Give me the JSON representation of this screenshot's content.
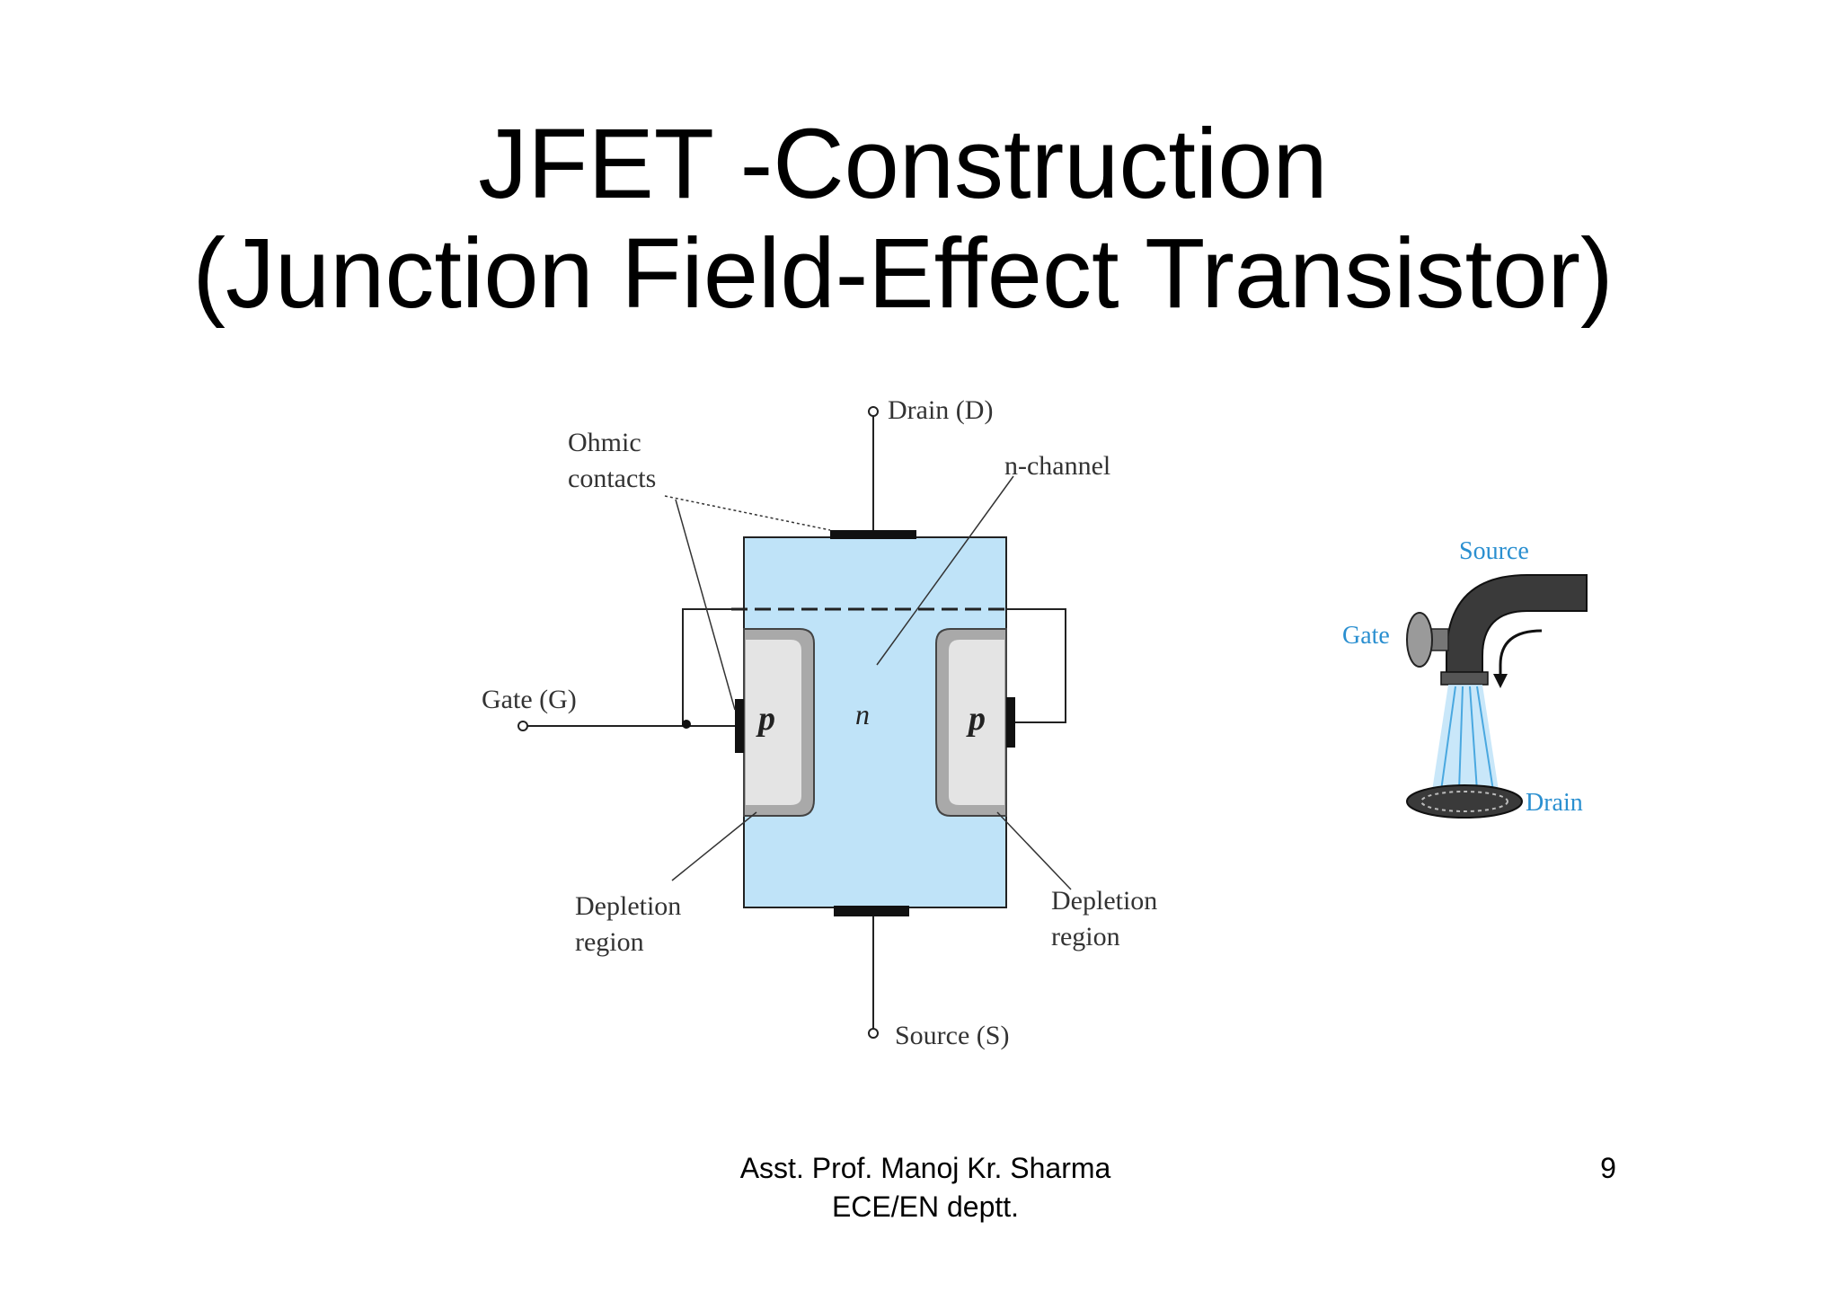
{
  "title": {
    "line1": "JFET -Construction",
    "line2": "(Junction Field-Effect Transistor)"
  },
  "diagram": {
    "drain": "Drain (D)",
    "source": "Source (S)",
    "gate": "Gate (G)",
    "ohmic_line1": "Ohmic",
    "ohmic_line2": "contacts",
    "n_channel": "n-channel",
    "p_left": "p",
    "n_center": "n",
    "p_right": "p",
    "depletion_left_line1": "Depletion",
    "depletion_left_line2": "region",
    "depletion_right_line1": "Depletion",
    "depletion_right_line2": "region"
  },
  "analogy": {
    "source": "Source",
    "gate": "Gate",
    "drain": "Drain"
  },
  "footer": {
    "author_line1": "Asst. Prof. Manoj Kr. Sharma",
    "author_line2": "ECE/EN  deptt.",
    "page_number": "9"
  },
  "colors": {
    "channel_fill": "#bfe3f8",
    "depletion_fill": "#a9a9a9",
    "p_fill": "#e4e4e4",
    "analogy_text": "#2a8fd0"
  }
}
